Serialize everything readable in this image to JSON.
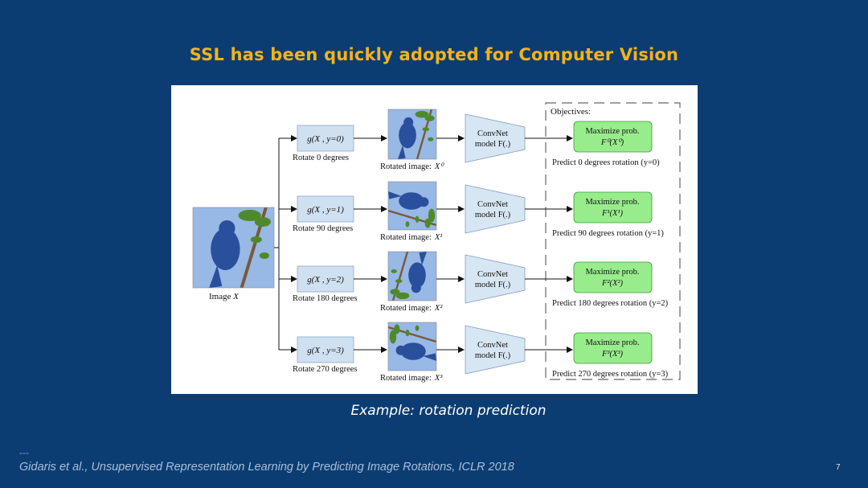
{
  "slide": {
    "title": "SSL has been quickly adopted for Computer Vision",
    "caption": "Example: rotation prediction",
    "footer_separator": "---",
    "citation": "Gidaris et al., Unsupervised Representation Learning by Predicting Image Rotations, ICLR 2018",
    "page_number": "7"
  },
  "figure": {
    "input_label": "Image",
    "input_var": "X",
    "objectives_title": "Objectives:",
    "model_line1": "ConvNet",
    "model_line2": "model F(.)",
    "objective_line1": "Maximize prob.",
    "rotated_label": "Rotated image:",
    "rows": [
      {
        "func": "g(X , y=0)",
        "rotate_label": "Rotate 0 degrees",
        "rotated_var": "X⁰",
        "objective_expr": "F⁰(X⁰)",
        "predict_label": "Predict 0 degrees rotation (y=0)",
        "angle": 0
      },
      {
        "func": "g(X , y=1)",
        "rotate_label": "Rotate 90 degrees",
        "rotated_var": "X¹",
        "objective_expr": "F¹(X¹)",
        "predict_label": "Predict 90 degrees rotation (y=1)",
        "angle": 90
      },
      {
        "func": "g(X , y=2)",
        "rotate_label": "Rotate 180 degrees",
        "rotated_var": "X²",
        "objective_expr": "F²(X²)",
        "predict_label": "Predict 180 degrees rotation (y=2)",
        "angle": 180
      },
      {
        "func": "g(X , y=3)",
        "rotate_label": "Rotate 270 degrees",
        "rotated_var": "X³",
        "objective_expr": "F³(X³)",
        "predict_label": "Predict 270 degrees rotation (y=3)",
        "angle": 270
      }
    ],
    "colors": {
      "sky": "#98b8e6",
      "bird": "#2a4f9c",
      "branch": "#7a5a3a",
      "leaf": "#4e8a2a",
      "func_box": "#cfe0f0",
      "model_fill": "#d7e6f3",
      "objective_fill": "#98ec8c",
      "objective_stroke": "#3a9a3a"
    }
  }
}
